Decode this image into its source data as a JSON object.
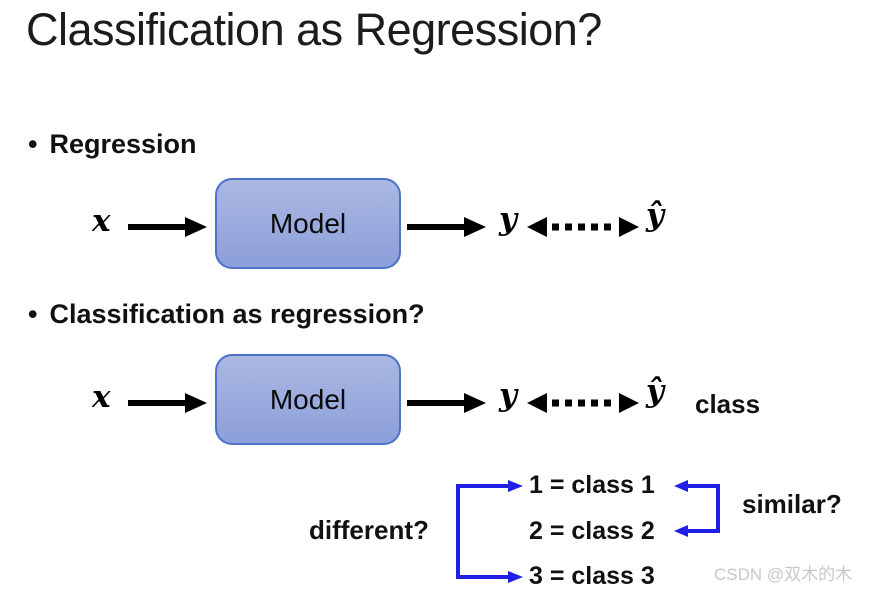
{
  "slide": {
    "title": "Classification as Regression?",
    "watermark": "CSDN @双木的木"
  },
  "bullets": {
    "first": "Regression",
    "second": "Classification as regression?"
  },
  "diagram_regression": {
    "input": "x",
    "model": "Model",
    "output": "y",
    "target": "ŷ"
  },
  "diagram_classification": {
    "input": "x",
    "model": "Model",
    "output": "y",
    "target": "ŷ",
    "annotation": "class"
  },
  "mapping": {
    "question_left": "different?",
    "question_right": "similar?",
    "rows": [
      "1 = class 1",
      "2 = class 2",
      "3 = class 3"
    ]
  },
  "colors": {
    "model_fill_top": "#abb8e2",
    "model_fill_bottom": "#8b9fd9",
    "model_border": "#4e71c9",
    "arrow_black": "#000000",
    "arrow_blue": "#1f1fe6",
    "watermark_gray": "#c8c8c8"
  }
}
